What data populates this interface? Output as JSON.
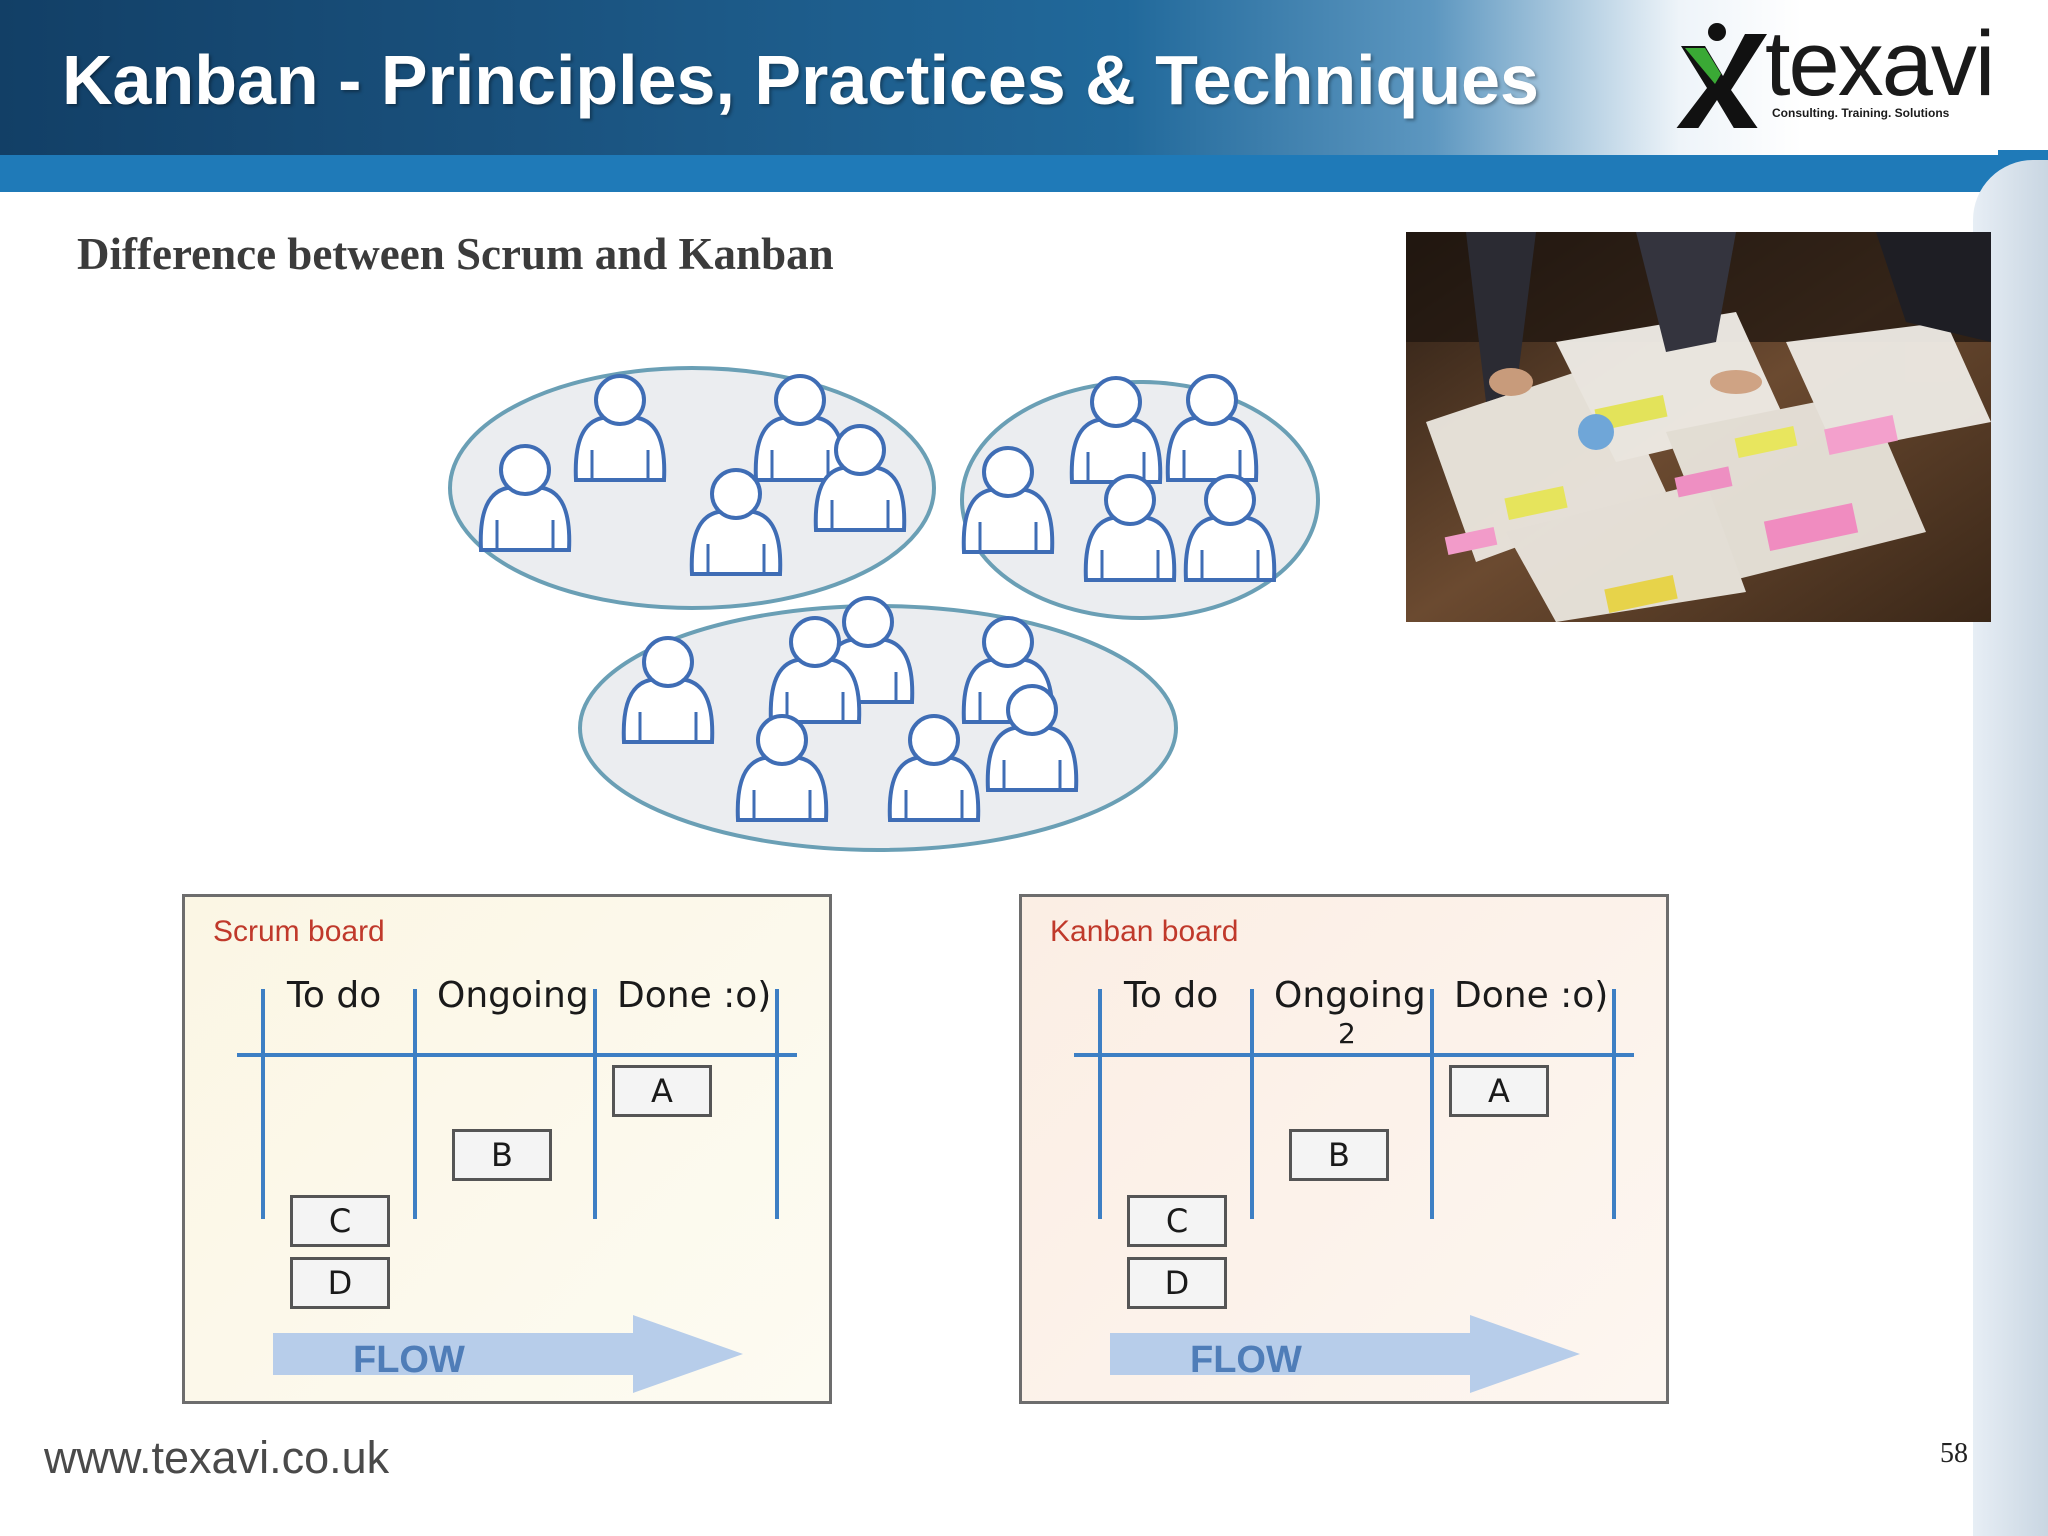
{
  "header": {
    "title": "Kanban - Principles, Practices & Techniques",
    "logo": {
      "text": "texavi",
      "tagline": "Consulting. Training. Solutions"
    }
  },
  "slide": {
    "subtitle": "Difference between Scrum and Kanban",
    "page_number": "58"
  },
  "footer": {
    "url": "www.texavi.co.uk"
  },
  "boards": {
    "scrum": {
      "title": "Scrum board",
      "columns": [
        "To do",
        "Ongoing",
        "Done :o)"
      ],
      "cards": {
        "a": "A",
        "b": "B",
        "c": "C",
        "d": "D"
      },
      "flow": "FLOW"
    },
    "kanban": {
      "title": "Kanban board",
      "columns": [
        "To do",
        "Ongoing",
        "Done :o)"
      ],
      "wip_limit": "2",
      "cards": {
        "a": "A",
        "b": "B",
        "c": "C",
        "d": "D"
      },
      "flow": "FLOW"
    }
  },
  "colors": {
    "header_dark": "#123f66",
    "header_blue": "#1f7ab8",
    "board_line": "#3d7fc4",
    "board_title": "#c0392b",
    "flow_arrow": "#b7cdea",
    "logo_green": "#3aa935"
  }
}
